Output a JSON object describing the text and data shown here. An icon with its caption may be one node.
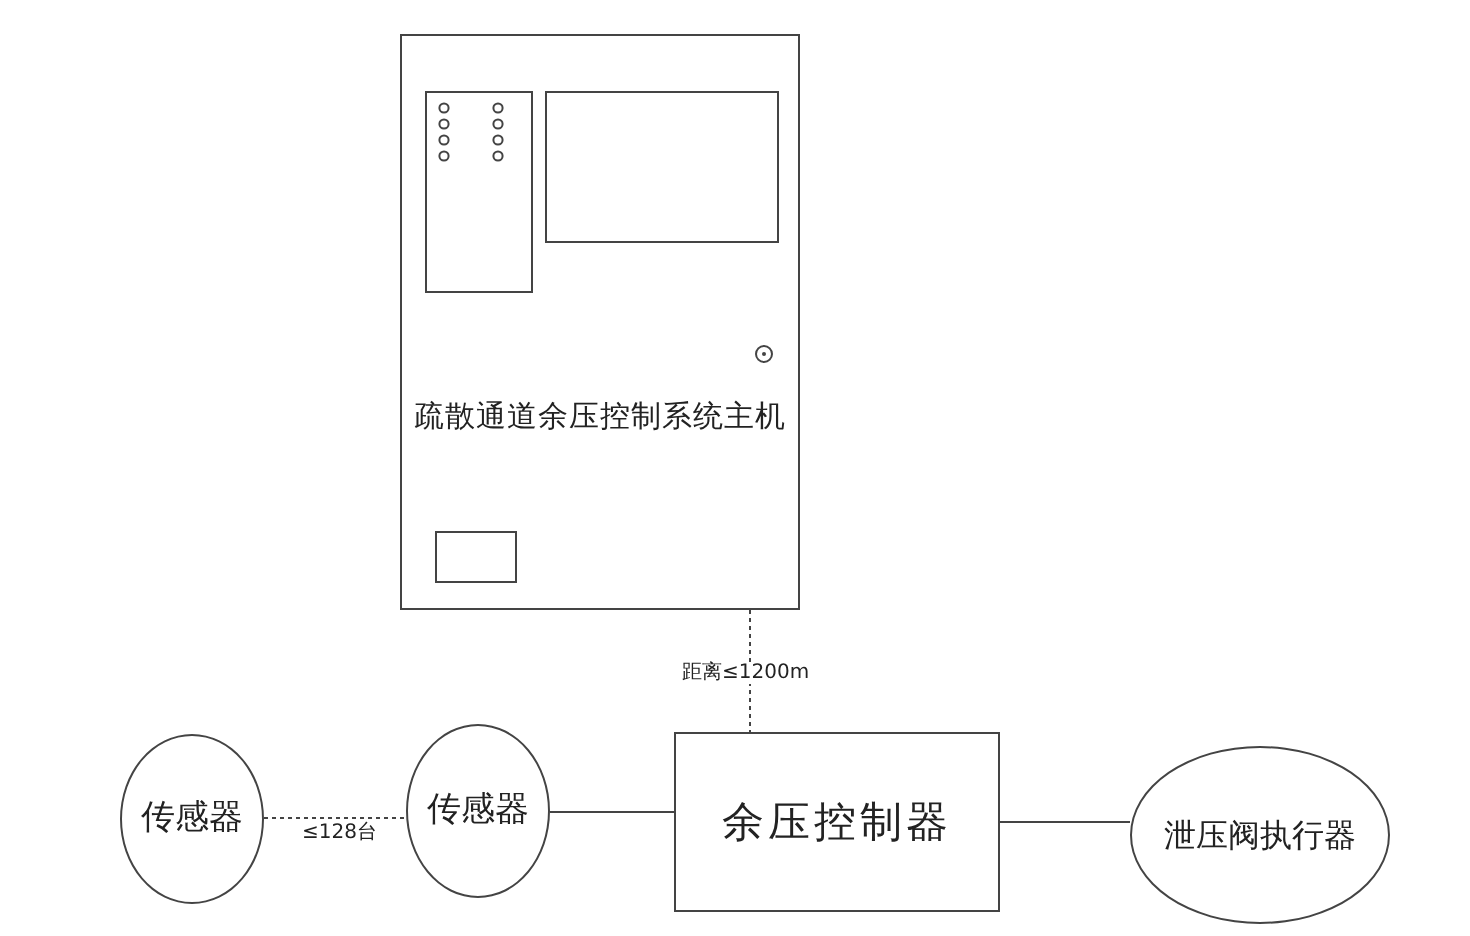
{
  "diagram": {
    "nodes": [
      {
        "text": [
          "疏散通道余压控制系统主机"
        ]
      },
      {
        "text": [
          "传感器"
        ]
      },
      {
        "text": [
          "传感器"
        ]
      },
      {
        "text": [
          "余压控制器"
        ]
      },
      {
        "text": [
          "泄压阀执行器"
        ]
      }
    ],
    "edges": [
      {
        "from": 0,
        "to": 3,
        "arrow": "none",
        "style": "dashed",
        "label": "距离≤1200m"
      },
      {
        "from": 1,
        "to": 2,
        "arrow": "none",
        "style": "dashed",
        "label": "≤128台"
      },
      {
        "from": 2,
        "to": 3,
        "arrow": "none"
      },
      {
        "from": 3,
        "to": 4,
        "arrow": "none"
      }
    ]
  }
}
